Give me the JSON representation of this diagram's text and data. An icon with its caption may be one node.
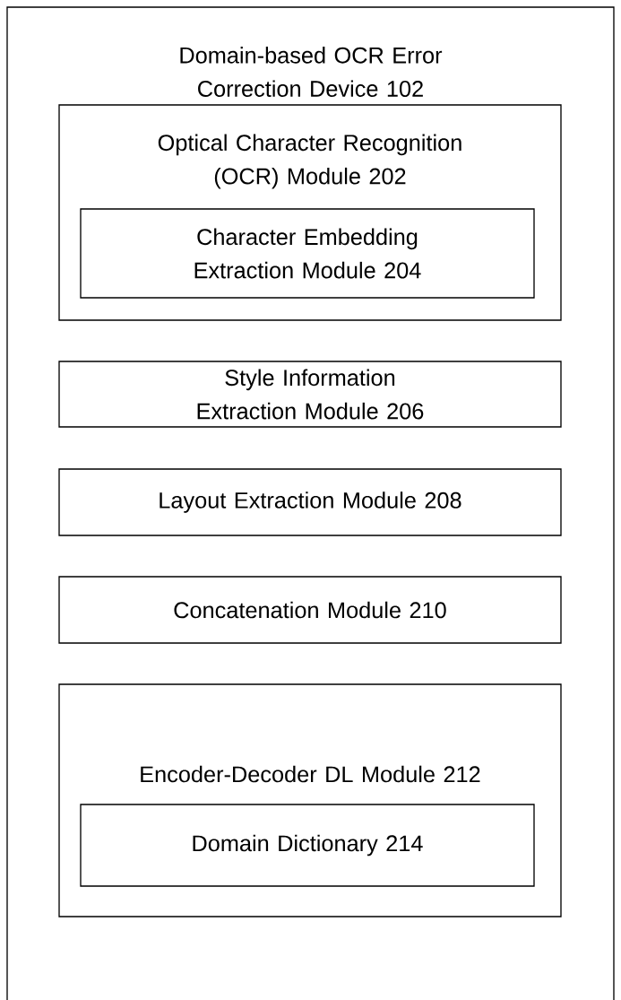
{
  "diagram": {
    "nodes": [
      {
        "text": [
          "Domain-based OCR Error Correction Device 102"
        ]
      },
      {
        "text": [
          "Optical Character Recognition (OCR) Module 202"
        ],
        "in": 0
      },
      {
        "text": [
          "Character Embedding Extraction Module 204"
        ],
        "in": 1
      },
      {
        "text": [
          "Style Information Extraction Module 206"
        ],
        "in": 0
      },
      {
        "text": [
          "Layout Extraction Module 208"
        ],
        "in": 0
      },
      {
        "text": [
          "Concatenation Module 210"
        ],
        "in": 0
      },
      {
        "text": [
          "Encoder-Decoder DL Module 212"
        ],
        "in": 0
      },
      {
        "text": [
          "Domain Dictionary 214"
        ],
        "in": 6
      }
    ]
  }
}
